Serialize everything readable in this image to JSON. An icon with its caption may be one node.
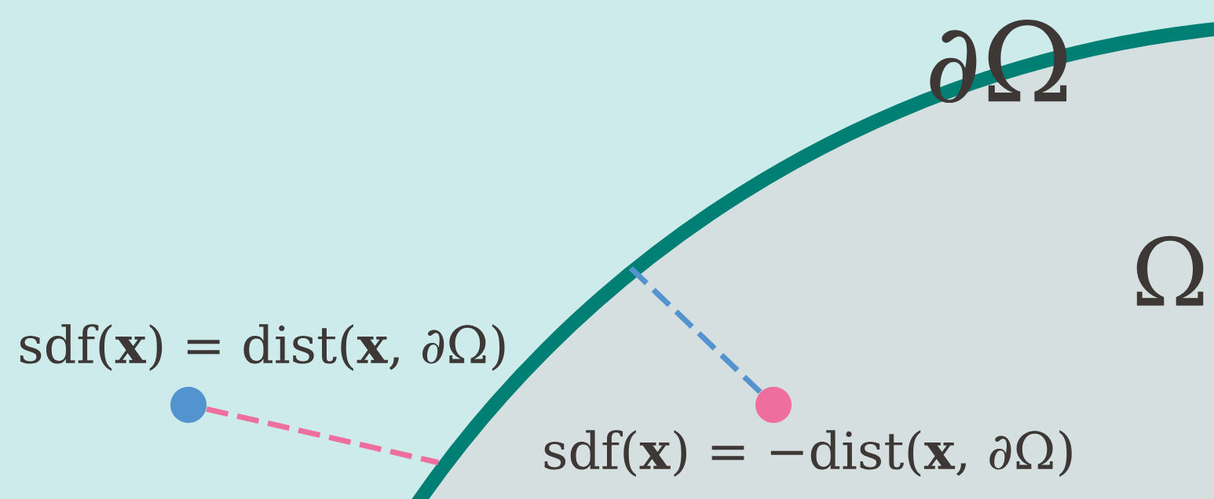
{
  "diagram": {
    "nodes": [
      {
        "text": [
          "∂Ω",
          "Ω"
        ]
      },
      {
        "text": [],
        "shape": "circle"
      },
      {
        "text": [],
        "shape": "circle",
        "in": 0,
        "beside": [
          "sdf(**x**) = −dist(**x**, ∂Ω)"
        ]
      }
    ],
    "edges": [
      {
        "from": 1,
        "to": 0,
        "arrow": "none",
        "style": "dashed",
        "color": "#ee6f9e"
      },
      {
        "from": 2,
        "to": 0,
        "arrow": "none",
        "style": "dashed",
        "color": "#5393d0"
      }
    ],
    "labels": [
      "sdf(**x**) = dist(**x**, ∂Ω)"
    ]
  }
}
